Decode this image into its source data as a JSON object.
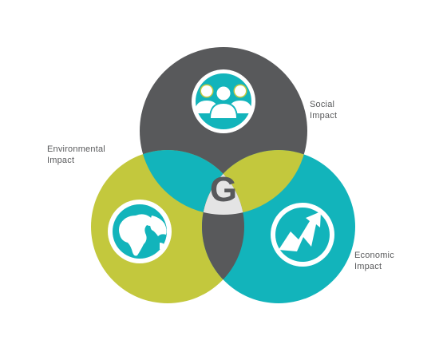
{
  "colors": {
    "social": "#58595b",
    "environmental": "#c3c83d",
    "economic": "#12b4bb",
    "center": "#e4e4e4",
    "white": "#ffffff"
  },
  "labels": {
    "social": [
      "Social",
      "Impact"
    ],
    "environmental": [
      "Environmental",
      "Impact"
    ],
    "economic": [
      "Economic",
      "Impact"
    ]
  },
  "center_logo": "G",
  "icons": {
    "social": "people-group-icon",
    "environmental": "globe-icon",
    "economic": "growth-arrow-icon"
  }
}
